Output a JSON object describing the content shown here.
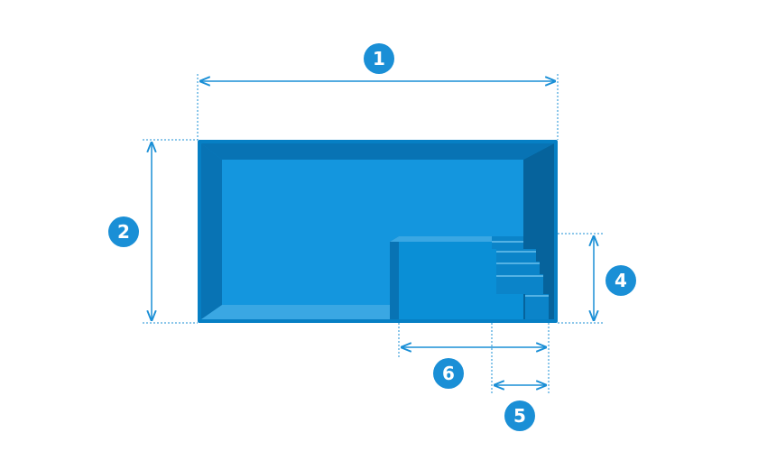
{
  "colors": {
    "pool_face": "#0a8fd6",
    "pool_rim": "#067fc4",
    "pool_floor": "#1496de",
    "pool_wall_side": "#0873b4",
    "pool_wall_dark": "#06639c",
    "pool_step_top": "#3aa7e3",
    "pool_step_face": "#0b84c9",
    "dimension_line": "#1a8fd6",
    "badge": "#1a8fd6",
    "badge_text": "#ffffff"
  },
  "badges": {
    "length": "1",
    "width": "2",
    "step_depth": "4",
    "step_tread": "5",
    "bench_length": "6"
  }
}
